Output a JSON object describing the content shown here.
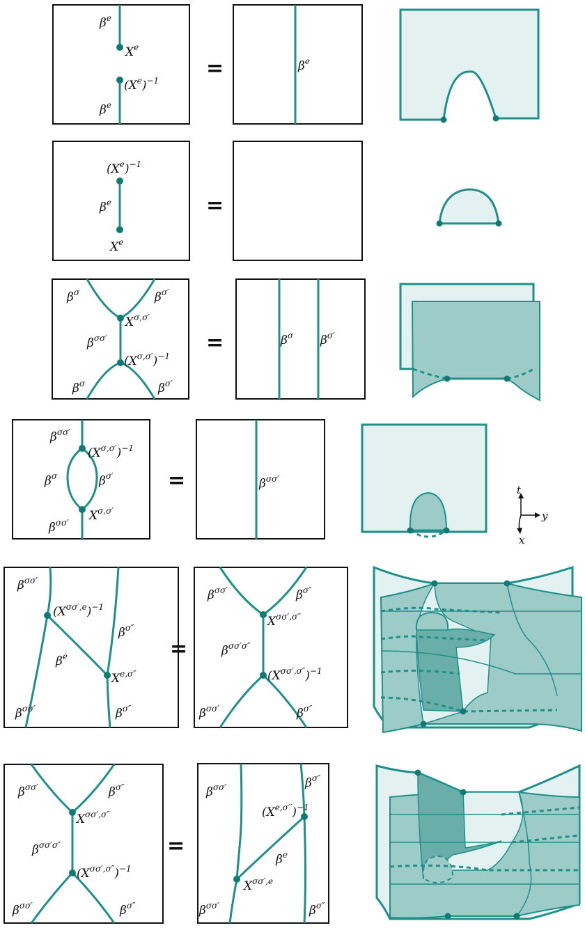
{
  "equals_sign": "=",
  "axes": {
    "t": "t",
    "y": "y",
    "x": "x"
  },
  "rows": [
    {
      "left": {
        "top": "β",
        "top_sup": "e",
        "upper_dot": "X",
        "upper_dot_sup": "e",
        "lower_dot": "(X",
        "lower_dot_sup": "e",
        "lower_dot_suffix": ")",
        "lower_dot_suffix_sup": "−1",
        "bottom": "β",
        "bottom_sup": "e"
      },
      "right": {
        "label": "β",
        "label_sup": "e"
      }
    },
    {
      "left": {
        "top_dot": "(X",
        "top_dot_sup": "e",
        "top_dot_suffix": ")",
        "top_dot_suffix_sup": "−1",
        "middle": "β",
        "middle_sup": "e",
        "bottom_dot": "X",
        "bottom_dot_sup": "e"
      }
    },
    {
      "left": {
        "tl": "β",
        "tl_sup": "σ",
        "tr": "β",
        "tr_sup": "σ′",
        "upper_dot": "X",
        "upper_dot_sup": "σ,σ′",
        "middle": "β",
        "middle_sup": "σσ′",
        "lower_dot": "(X",
        "lower_dot_sup": "σ,σ′",
        "lower_dot_suffix": ")",
        "lower_dot_suffix_sup": "−1",
        "bl": "β",
        "bl_sup": "σ",
        "br": "β",
        "br_sup": "σ′"
      },
      "right": {
        "l": "β",
        "l_sup": "σ",
        "r": "β",
        "r_sup": "σ′"
      }
    },
    {
      "left": {
        "top": "β",
        "top_sup": "σσ′",
        "upper_dot": "(X",
        "upper_dot_sup": "σ,σ′",
        "upper_dot_suffix": ")",
        "upper_dot_suffix_sup": "−1",
        "l": "β",
        "l_sup": "σ",
        "r": "β",
        "r_sup": "σ′",
        "lower_dot": "X",
        "lower_dot_sup": "σ,σ′",
        "bottom": "β",
        "bottom_sup": "σσ′"
      },
      "right": {
        "label": "β",
        "label_sup": "σσ′"
      }
    },
    {
      "left": {
        "tl": "β",
        "tl_sup": "σσ′",
        "dot1": "(X",
        "dot1_sup": "σσ′,e",
        "dot1_suffix": ")",
        "dot1_suffix_sup": "−1",
        "r": "β",
        "r_sup": "σ″",
        "mid": "β",
        "mid_sup": "e",
        "dot2": "X",
        "dot2_sup": "e,σ″",
        "bl": "β",
        "bl_sup": "σσ′",
        "br": "β",
        "br_sup": "σ″"
      },
      "right": {
        "tl": "β",
        "tl_sup": "σσ′",
        "tr": "β",
        "tr_sup": "σ″",
        "upper_dot": "X",
        "upper_dot_sup": "σσ′,σ″",
        "middle": "β",
        "middle_sup": "σσ′σ″",
        "lower_dot": "(X",
        "lower_dot_sup": "σσ′,σ″",
        "lower_dot_suffix": ")",
        "lower_dot_suffix_sup": "−1",
        "bl": "β",
        "bl_sup": "σσ′",
        "br": "β",
        "br_sup": "σ″"
      }
    },
    {
      "left": {
        "tl": "β",
        "tl_sup": "σσ′",
        "tr": "β",
        "tr_sup": "σ″",
        "upper_dot": "X",
        "upper_dot_sup": "σσ′,σ″",
        "middle": "β",
        "middle_sup": "σσ′σ″",
        "lower_dot": "(X",
        "lower_dot_sup": "σσ′,σ″",
        "lower_dot_suffix": ")",
        "lower_dot_suffix_sup": "−1",
        "bl": "β",
        "bl_sup": "σσ′",
        "br": "β",
        "br_sup": "σ″"
      },
      "right": {
        "tl": "β",
        "tl_sup": "σσ′",
        "tr": "β",
        "tr_sup": "σ″",
        "dot1": "(X",
        "dot1_sup": "e,σ′′",
        "dot1_suffix": ")",
        "dot1_suffix_sup": "−1",
        "mid": "β",
        "mid_sup": "e",
        "dot2": "X",
        "dot2_sup": "σσ′,e",
        "bl": "β",
        "bl_sup": "σσ′",
        "br": "β",
        "br_sup": "σ″"
      }
    }
  ]
}
